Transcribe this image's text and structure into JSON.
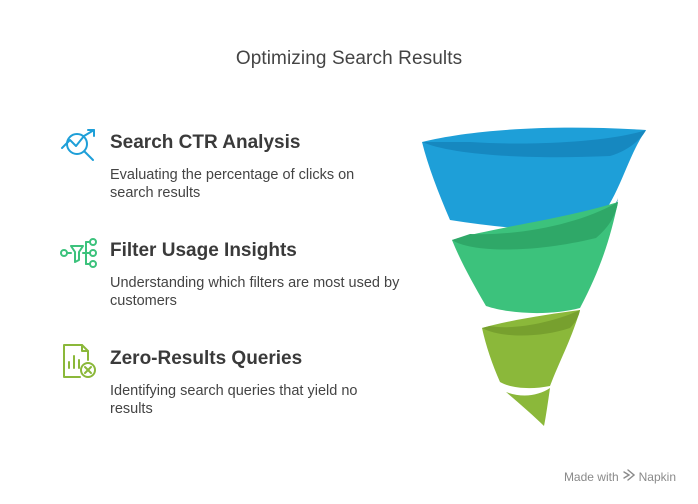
{
  "title": "Optimizing Search Results",
  "items": [
    {
      "heading": "Search CTR Analysis",
      "description": "Evaluating the percentage of clicks on search results",
      "icon": "chart-search-icon",
      "color": "#1e9fd8"
    },
    {
      "heading": "Filter Usage Insights",
      "description": "Understanding which filters are most used by customers",
      "icon": "filter-branch-icon",
      "color": "#3cc27c"
    },
    {
      "heading": "Zero-Results Queries",
      "description": "Identifying search queries that yield no results",
      "icon": "document-cancel-icon",
      "color": "#8bb83a"
    }
  ],
  "footer": {
    "prefix": "Made with",
    "brand": "Napkin",
    "icon": "napkin-logo-icon"
  }
}
